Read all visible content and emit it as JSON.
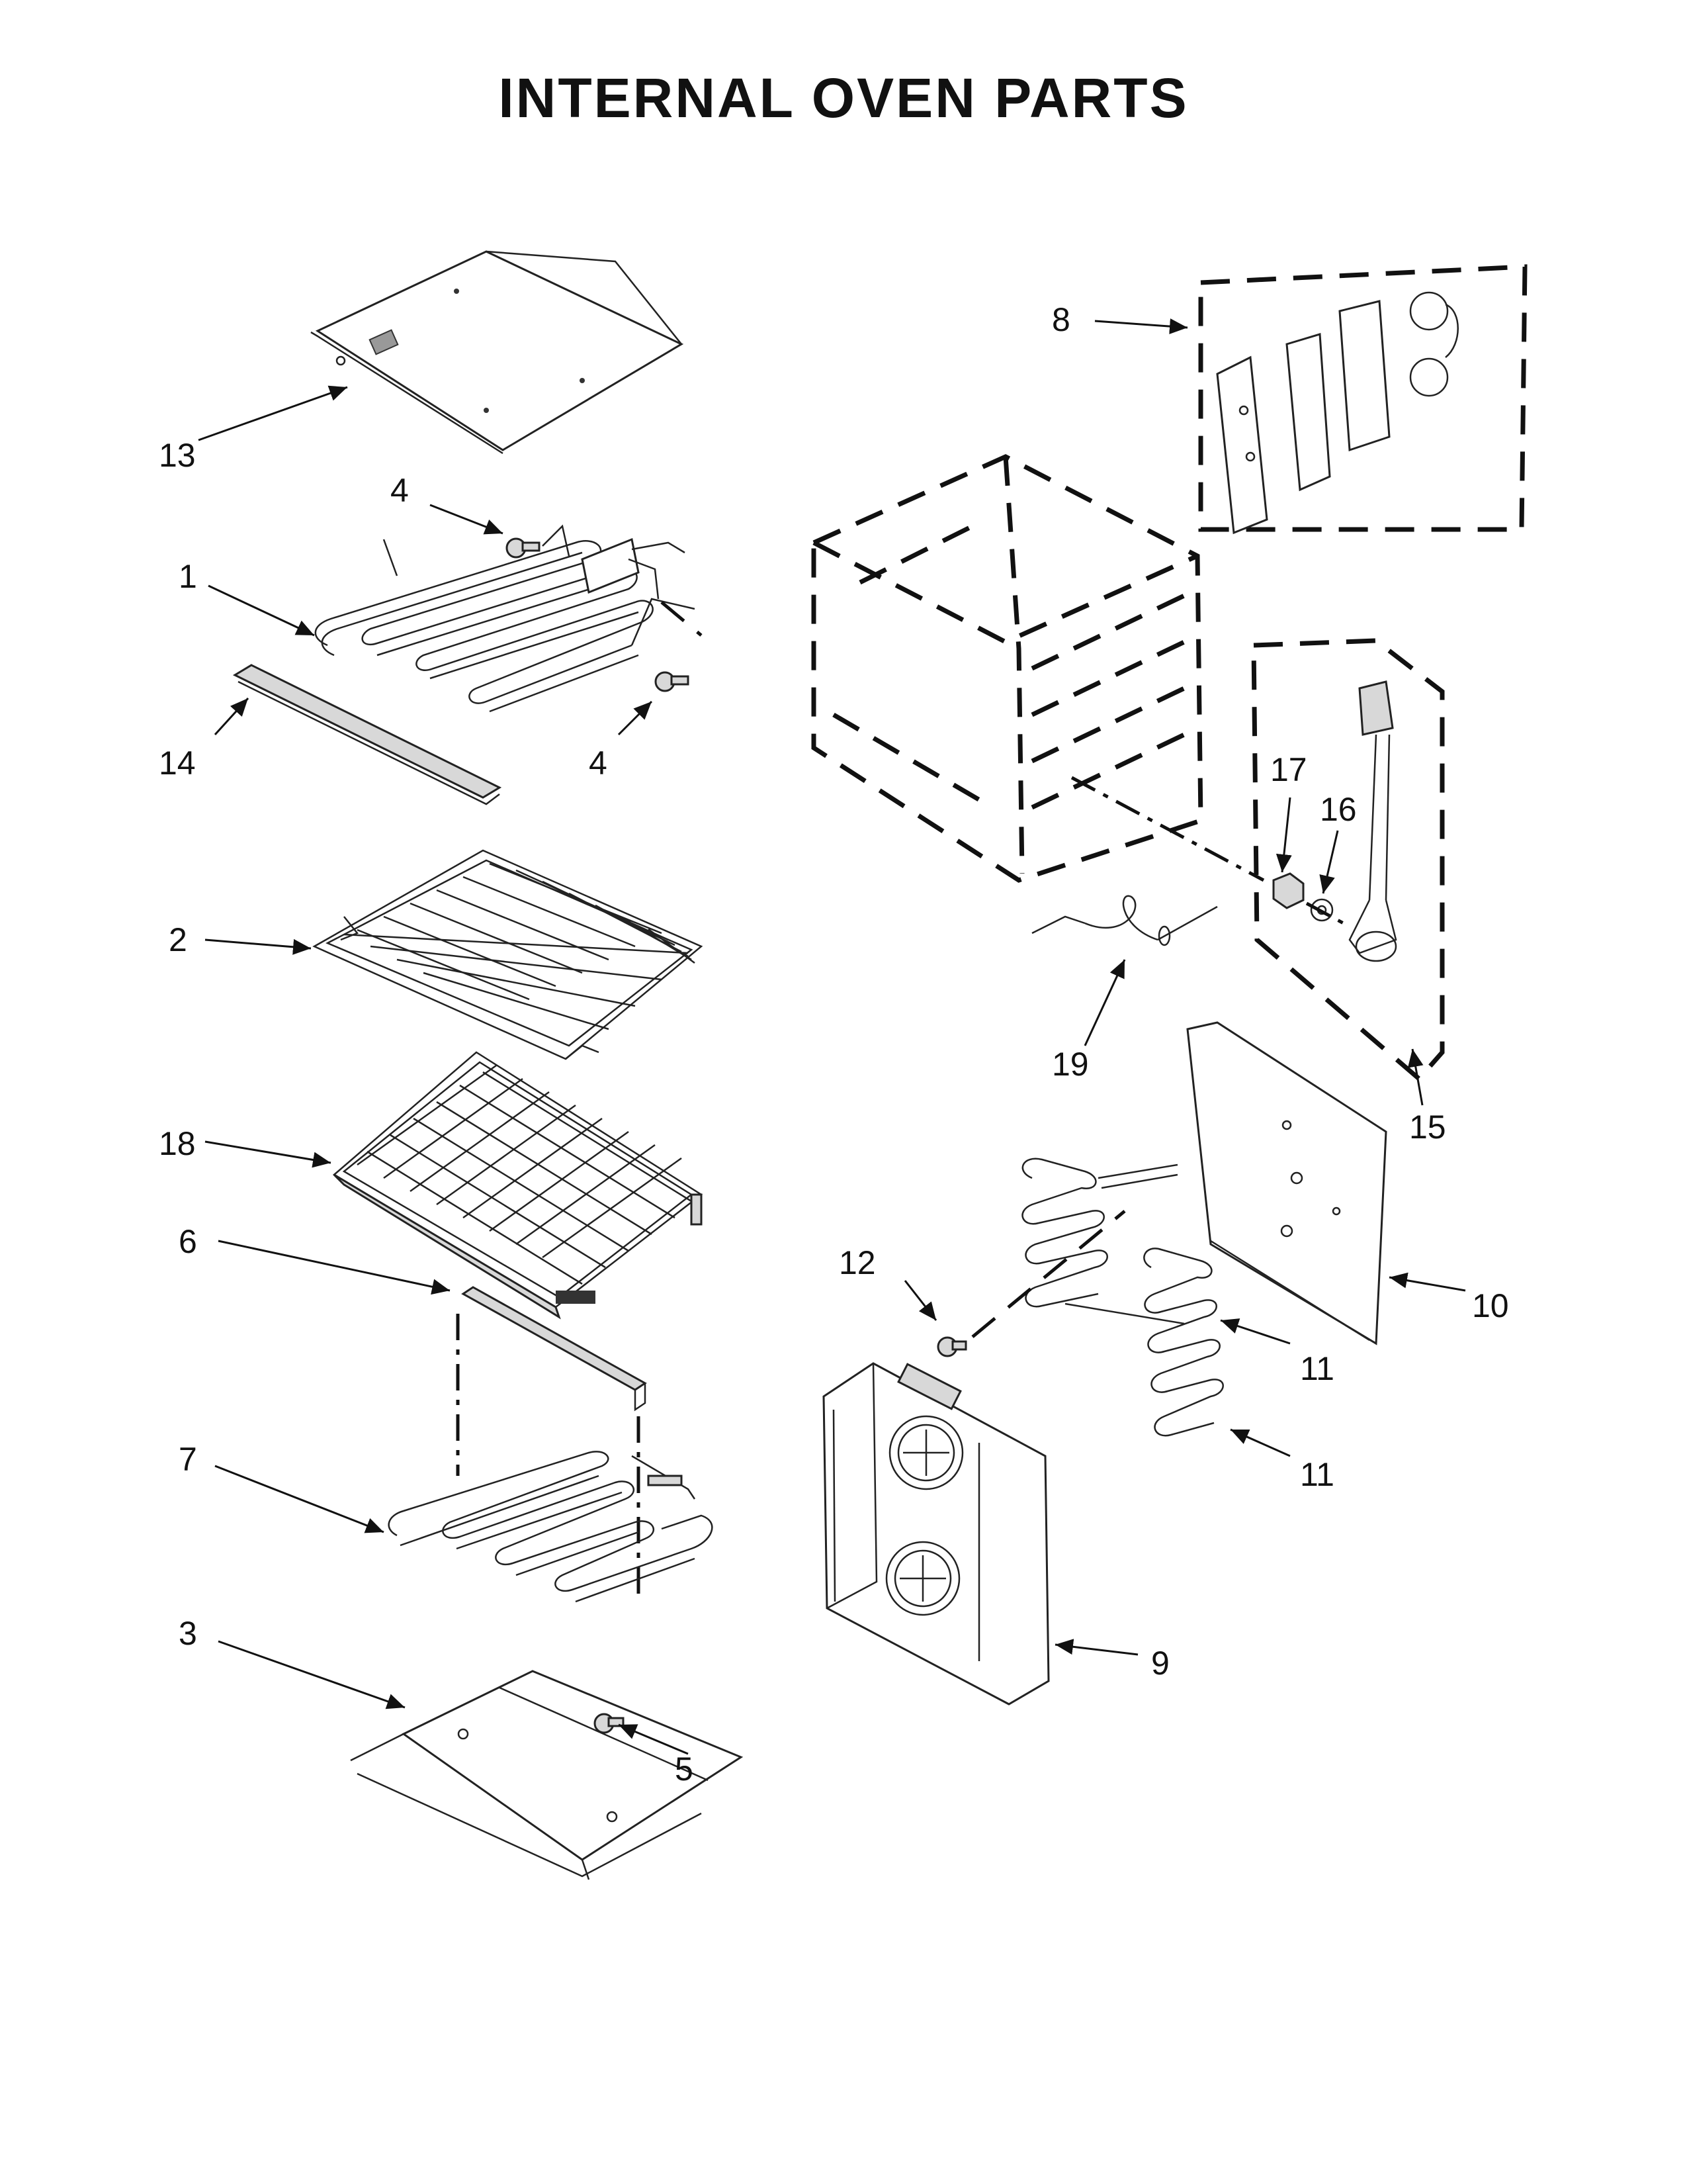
{
  "title": "INTERNAL OVEN PARTS",
  "callouts": [
    "13",
    "4",
    "1",
    "14",
    "4",
    "2",
    "18",
    "6",
    "7",
    "3",
    "5",
    "8",
    "17",
    "16",
    "19",
    "15",
    "10",
    "12",
    "11",
    "11",
    "9"
  ]
}
